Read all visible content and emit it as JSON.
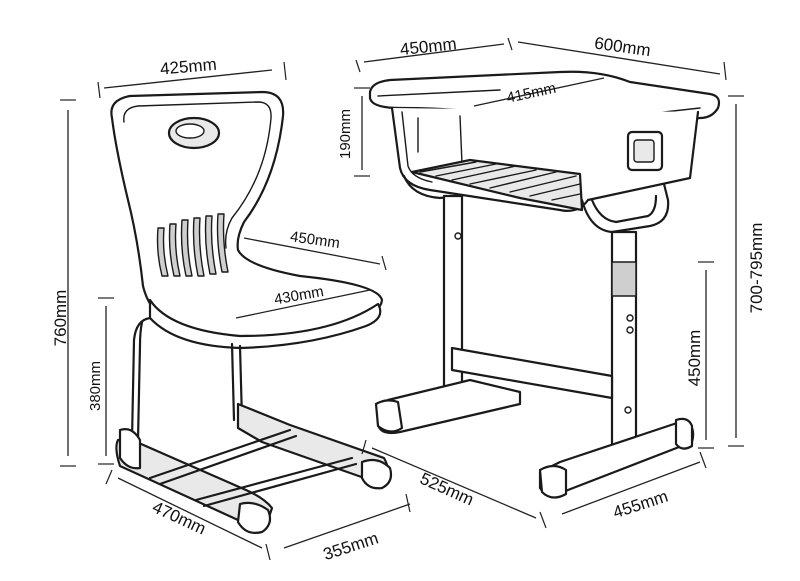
{
  "dimensions": {
    "chair_width": "425mm",
    "chair_height": "760mm",
    "chair_seat_height": "380mm",
    "chair_back_width": "450mm",
    "chair_seat_width": "430mm",
    "chair_depth": "470mm",
    "chair_base_width": "355mm",
    "desk_depth_top": "450mm",
    "desk_width_top": "600mm",
    "desk_drawer_width": "415mm",
    "desk_drawer_height": "190mm",
    "desk_height_range": "700-795mm",
    "desk_leg_height": "450mm",
    "desk_base_depth": "525mm",
    "desk_base_width": "455mm"
  }
}
